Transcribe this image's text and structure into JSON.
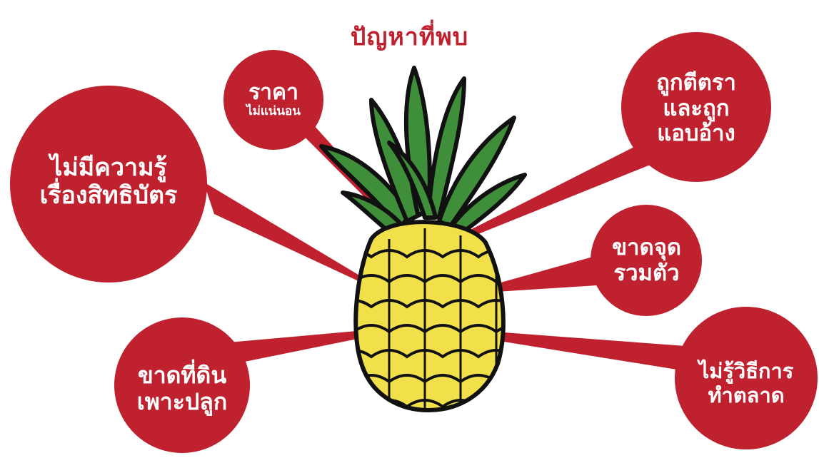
{
  "title": "ปัญหาที่พบ",
  "colors": {
    "bubble": "#c0212e",
    "title": "#c0212e",
    "leaf": "#3f8f3a",
    "fruit": "#f1e04a",
    "outline": "#111111"
  },
  "issues": [
    {
      "id": "price",
      "lines": [
        "ราคา",
        "ไม่แน่นอน"
      ]
    },
    {
      "id": "ip",
      "lines": [
        "ไม่มีความรู้",
        "เรื่องสิทธิบัตร"
      ]
    },
    {
      "id": "land",
      "lines": [
        "ขาดที่ดิน",
        "เพาะปลูก"
      ]
    },
    {
      "id": "brand",
      "lines": [
        "ถูกตีตรา",
        "และถูก",
        "แอบอ้าง"
      ]
    },
    {
      "id": "hub",
      "lines": [
        "ขาดจุด",
        "รวมตัว"
      ]
    },
    {
      "id": "market",
      "lines": [
        "ไม่รู้วิธีการ",
        "ทำตลาด"
      ]
    }
  ]
}
